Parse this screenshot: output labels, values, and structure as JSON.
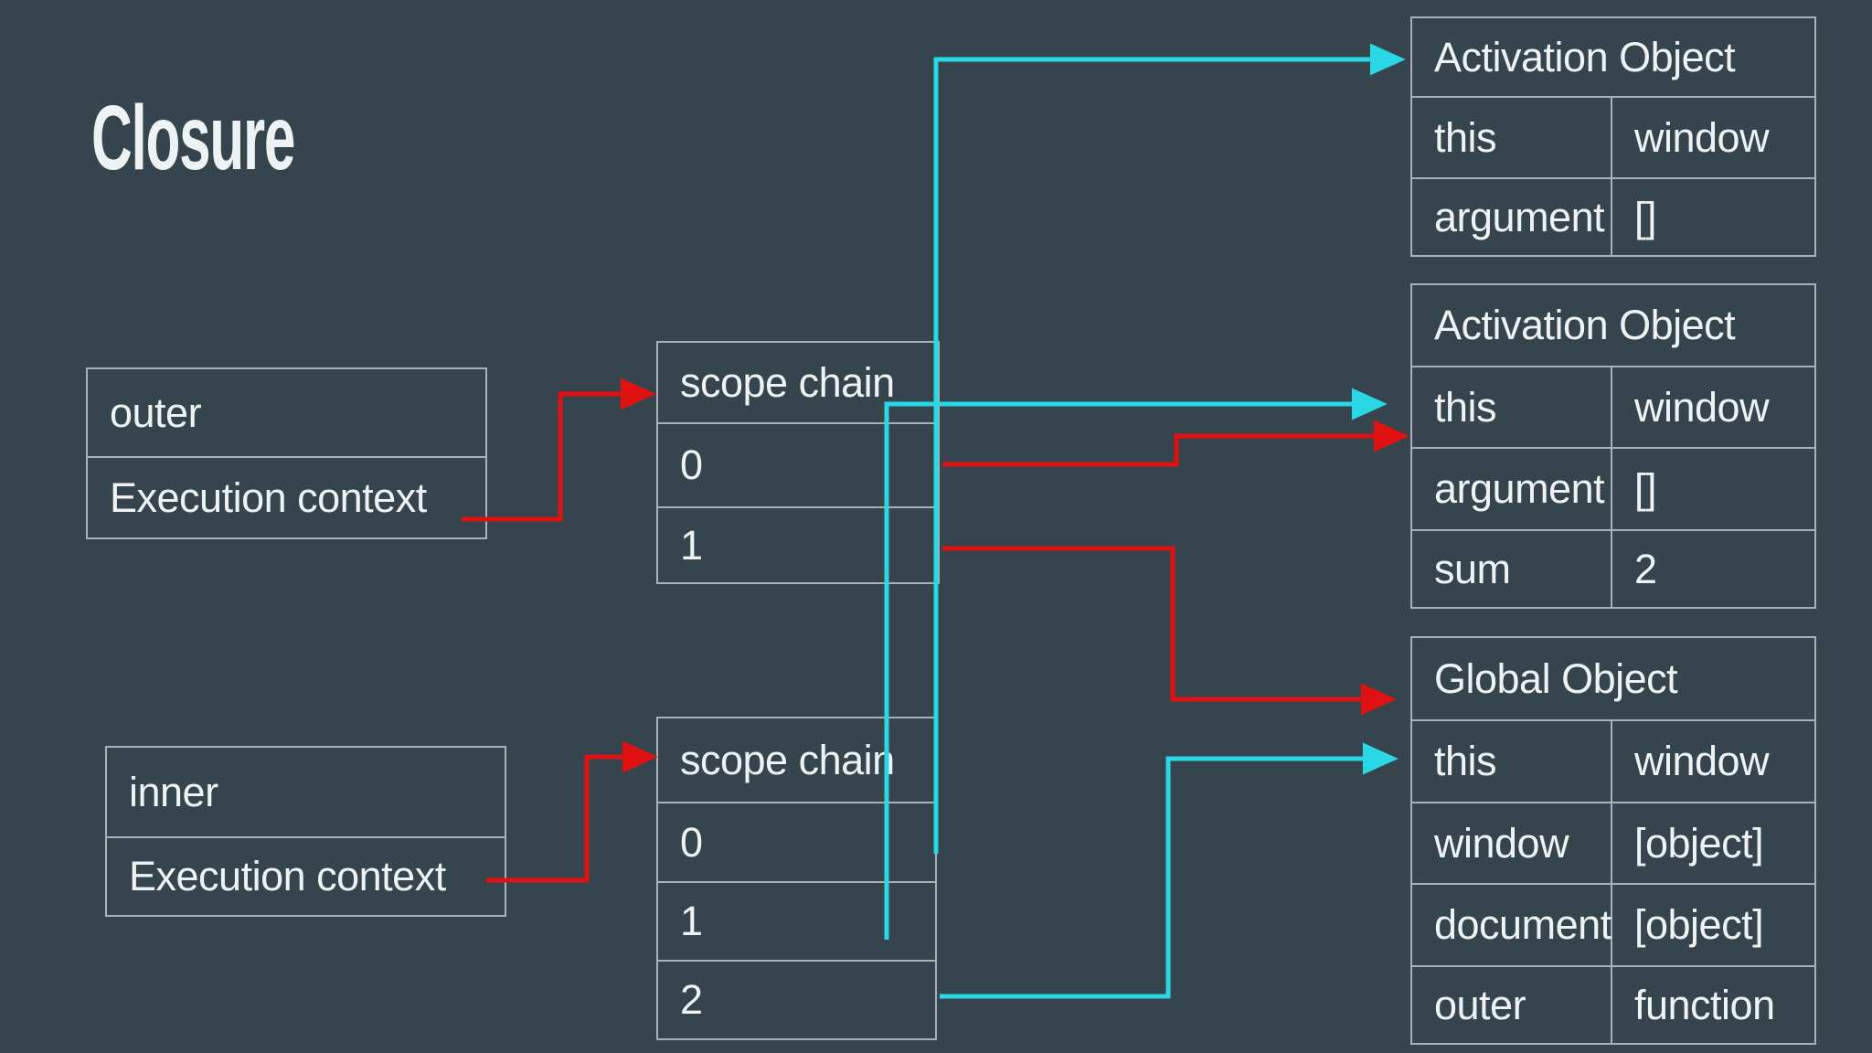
{
  "title": "Closure",
  "colors": {
    "background": "#36454d",
    "border": "#a9b2b8",
    "text": "#edf2f4",
    "arrow_red": "#e01111",
    "arrow_cyan": "#29d8e4"
  },
  "boxes": {
    "outer": {
      "name": "outer",
      "label": "Execution context"
    },
    "inner": {
      "name": "inner",
      "label": "Execution context"
    }
  },
  "scope_chains": {
    "outer": {
      "header": "scope chain",
      "items": [
        "0",
        "1"
      ]
    },
    "inner": {
      "header": "scope chain",
      "items": [
        "0",
        "1",
        "2"
      ]
    }
  },
  "objects": {
    "inner_activation": {
      "title": "Activation Object",
      "rows": [
        {
          "key": "this",
          "value": "window"
        },
        {
          "key": "argument",
          "value": "[]"
        }
      ]
    },
    "outer_activation": {
      "title": "Activation Object",
      "rows": [
        {
          "key": "this",
          "value": "window"
        },
        {
          "key": "argument",
          "value": "[]"
        },
        {
          "key": "sum",
          "value": "2"
        }
      ]
    },
    "global": {
      "title": "Global Object",
      "rows": [
        {
          "key": "this",
          "value": "window"
        },
        {
          "key": "window",
          "value": "[object]"
        },
        {
          "key": "document",
          "value": "[object]"
        },
        {
          "key": "outer",
          "value": "function"
        }
      ]
    }
  }
}
